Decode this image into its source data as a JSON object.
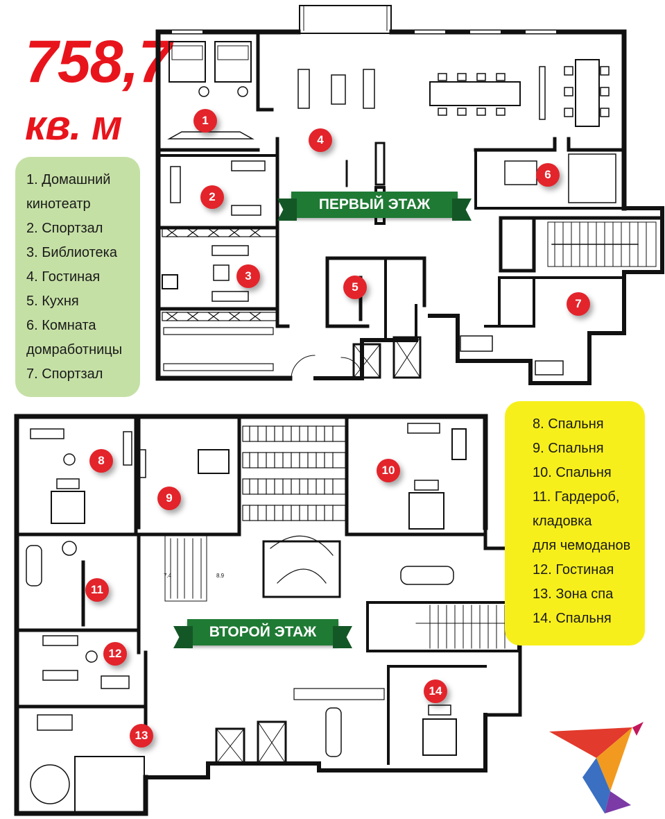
{
  "headline": {
    "area": "758,7",
    "unit": "кв. м"
  },
  "floors": {
    "first": "ПЕРВЫЙ ЭТАЖ",
    "second": "ВТОРОЙ ЭТАЖ"
  },
  "legend_first": [
    "1. Домашний",
    "кинотеатр",
    "2. Спортзал",
    "3. Библиотека",
    "4. Гостиная",
    "5. Кухня",
    "6. Комната",
    "домработницы",
    "7. Спортзал"
  ],
  "legend_second": [
    "8. Спальня",
    "9. Спальня",
    "10. Спальня",
    "11. Гардероб,",
    "кладовка",
    "для чемоданов",
    "12. Гостиная",
    "13. Зона спа",
    "14. Спальня"
  ],
  "markers": [
    "1",
    "2",
    "3",
    "4",
    "5",
    "6",
    "7",
    "8",
    "9",
    "10",
    "11",
    "12",
    "13",
    "14"
  ],
  "plan_labels": {
    "a": "7.4",
    "b": "8.9"
  },
  "colors": {
    "headline": "#e8141c",
    "marker": "#e3242b",
    "banner": "#1f7a34",
    "legend_first_bg": "#c5e0a5",
    "legend_second_bg": "#f7ef1b"
  },
  "logo": "bird-logo"
}
